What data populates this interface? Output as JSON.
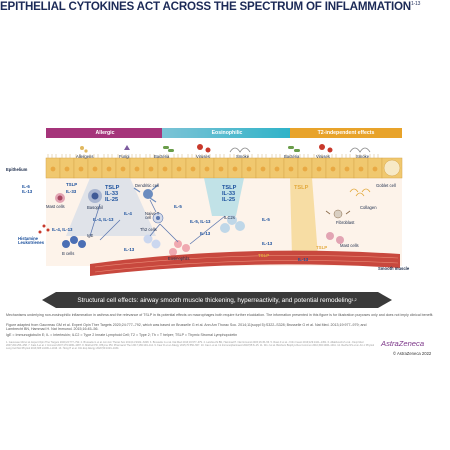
{
  "title": "EPITHELIAL CYTOKINES ACT ACROSS THE SPECTRUM OF INFLAMMATION",
  "title_refs": "1-13",
  "bands": [
    {
      "label": "Allergic",
      "color": "#a5347a"
    },
    {
      "label": "Eosinophilic",
      "color": "#2fb3c8"
    },
    {
      "label": "T2-independent effects",
      "color": "#e8a32a"
    }
  ],
  "labels": {
    "epithelium": "Epithelium",
    "allergens": "Allergens",
    "fungi": "Fungi",
    "bacteria1": "Bacteria",
    "viruses1": "Viruses",
    "smoke1": "Smoke",
    "bacteria2": "Bacteria",
    "viruses2": "Viruses",
    "smoke2": "Smoke",
    "goblet": "Goblet cell",
    "mast1": "Mast cells",
    "basophil": "Basophil",
    "dendritic": "Dendritic cell",
    "naive": "Naive T cell",
    "th2": "Th2 cells",
    "ilc2": "ILC2s",
    "eosinophils": "Eosinophils",
    "histamine": "Histamine Leukotrienes",
    "bcells": "B cells",
    "ige": "IgE",
    "collagen": "Collagen",
    "fibroblast": "Fibroblast",
    "mast2": "Mast cells",
    "smooth": "Smooth muscle"
  },
  "cytokines": {
    "il6_13": "IL-6\nIL-13",
    "tslp_small": "TSLP",
    "il33_small": "IL-33",
    "big1": "TSLP\nIL-33\nIL-25",
    "big2": "TSLP\nIL-33\nIL-25",
    "tslp_orange": "TSLP",
    "il4_13": "IL-4, IL-13",
    "il4": "IL-4",
    "il13a": "IL-13",
    "il5": "IL-5",
    "il5b": "IL-5",
    "il13b": "IL-13",
    "il13c": "IL-13",
    "tslp_mast": "TSLP",
    "il4_13b": "IL-4, IL-13",
    "il5_13": "IL-5, IL-13",
    "tslp_low": "TSLP",
    "il13_low": "IL-13"
  },
  "banner": "Structural cell effects: airway smooth muscle thickening, hyperreactivity, and potential remodeling",
  "banner_refs": "1,2",
  "footer": {
    "p1": "Mechanisms underlying non-eosinophilic inflammation in asthma and the relevance of TSLP in its potential effects on macrophages both require further elucidation. The information presented in this figure is for illustration purposes only and does not imply clinical benefit.",
    "p2": "Figure adapted from Gauvreau GM et al. Expert Opin Ther Targets 2020;24:777–792, which was based on Brusselle G et al. Ann Am Thorac Soc. 2014;11(suppl 5):S322–S328; Brusselle G et al. Nat Med. 2013;19:977–979; and Lambrecht BN, Hammad H. Nat Immunol. 2015;16:45–56.",
    "p3": "IgE = Immunoglobulin E; IL = Interleukin; ILC2 = Type 2 Innate Lymphoid Cell; T2 = Type 2; Th = T helper; TSLP = Thymic Stromal Lymphopoietin",
    "refs": "1. Gauvreau GM et al. Expert Opin Ther Targets 2020;24:777–792. 2. Brusselle G et al. Ann Am Thorac Soc 2014;11:S322–S328. 3. Brusselle G et al. Nat Med 2013;19:977–979. 4. Lambrecht BN, Hammad H. Nat Immunol 2015;16:45–56. 5. Roan F et al. J Clin Invest 2019;129:1441–1451. 6. Allakhverdi Z et al. J Exp Med 2007;204:253–258. 7. Kato A et al. J Immunol 2007;179:1080–1087. 8. Mitchell PD, O'Byrne PM. Pharmacol Ther 2017;169:104–112. 9. Kaur D et al. Allergy 2015;70:556–567. 10. Cao L et al. Int Immunopharmacol 2018;55:8–15. 11. Wu J et al. Biochem Biophys Res Commun 2010;394:1006–1011. 12. Redhu NS et al. Am J Physiol Lung Cell Mol Physiol 2013;305:L1006–L1016. 13. Hong H et al. Clin Exp Allergy 2020;50:1023–1034."
  },
  "logo": "AstraZeneca",
  "copyright": "© AstraZeneca 2022"
}
